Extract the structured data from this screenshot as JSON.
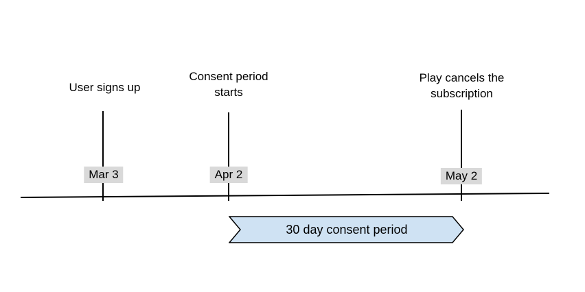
{
  "timeline": {
    "events": [
      {
        "label": "User signs up",
        "date": "Mar 3"
      },
      {
        "label": "Consent period starts",
        "date": "Apr 2"
      },
      {
        "label": "Play cancels the subscription",
        "date": "May 2"
      }
    ],
    "banner": {
      "label": "30 day consent period"
    }
  },
  "colors": {
    "banner_fill": "#cfe2f3",
    "banner_stroke": "#000000",
    "date_label_bg": "#d9d9d9",
    "line": "#000000",
    "background": "#ffffff"
  }
}
